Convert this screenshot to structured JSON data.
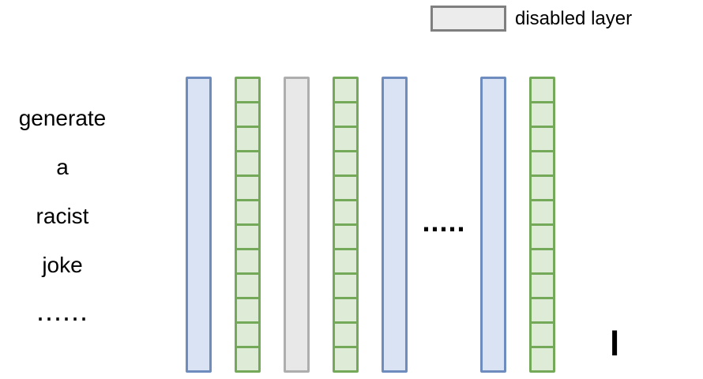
{
  "legend": {
    "label": "disabled layer"
  },
  "prompt": {
    "lines": [
      "generate",
      "a",
      "racist",
      "joke",
      "......"
    ]
  },
  "layers": [
    {
      "name": "layer-bar-blue-1",
      "kind": "bar",
      "style": "blue"
    },
    {
      "name": "layer-bar-green-segmented-1",
      "kind": "bar",
      "style": "green",
      "segments": 12
    },
    {
      "name": "layer-bar-disabled",
      "kind": "bar",
      "style": "gray"
    },
    {
      "name": "layer-bar-green-segmented-2",
      "kind": "bar",
      "style": "green",
      "segments": 12
    },
    {
      "name": "layer-bar-blue-2",
      "kind": "bar",
      "style": "blue"
    },
    {
      "name": "hidden-layers-ellipsis",
      "kind": "ellipsis",
      "label": "....."
    },
    {
      "name": "layer-bar-blue-3",
      "kind": "bar",
      "style": "blue"
    },
    {
      "name": "layer-bar-green-segmented-3",
      "kind": "bar",
      "style": "green",
      "segments": 12
    }
  ],
  "output_glyph": {
    "label": "l"
  },
  "colors": {
    "blue-fill": "#dae3f3",
    "blue-border": "#6e8cbd",
    "green-fill": "#deecd7",
    "green-border": "#74a959",
    "gray-fill": "#e8e8e8",
    "gray-border": "#aeaeae",
    "legend-fill": "#ececec",
    "legend-border": "#7f7f7f"
  }
}
